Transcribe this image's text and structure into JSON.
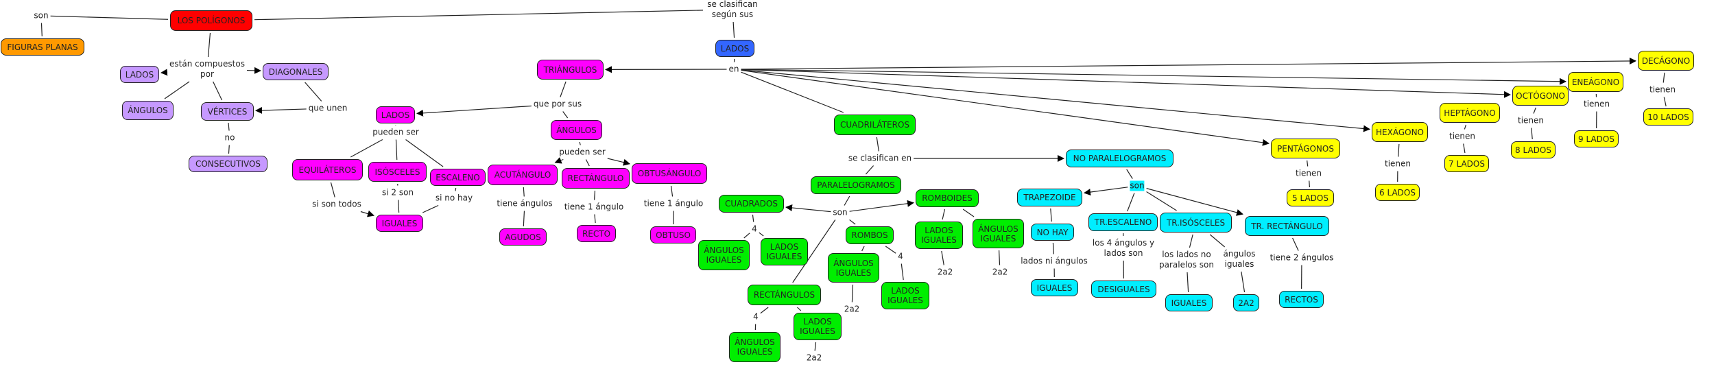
{
  "colors": {
    "root": "#ff0000",
    "definition": "#ff9900",
    "components": "#c699ff",
    "classifier": "#3366ff",
    "triangles": "#ff00ff",
    "quadrilaterals": "#00ee00",
    "non_parallelograms": "#00eeff",
    "polygons_by_sides": "#ffff00"
  },
  "nodes": {
    "polygons": "LOS POLÍGONOS",
    "plane_figures": "FIGURAS PLANAS",
    "sides_comp": "LADOS",
    "diagonals": "DIAGONALES",
    "angles_comp": "ÁNGULOS",
    "vertices": "VÉRTICES",
    "consecutive": "CONSECUTIVOS",
    "sides_class": "LADOS",
    "triangles": "TRIÁNGULOS",
    "tri_sides": "LADOS",
    "tri_angles": "ÁNGULOS",
    "equilateral": "EQUILÁTEROS",
    "isosceles": "ISÓSCELES",
    "scalene": "ESCALENO",
    "tri_equal": "IGUALES",
    "acute": "ACUTÁNGULO",
    "right": "RECTÁNGULO",
    "obtuse": "OBTUSÁNGULO",
    "acute_angles": "AGUDOS",
    "right_angle": "RECTO",
    "obtuse_angle": "OBTUSO",
    "quadrilaterals": "CUADRILÁTEROS",
    "parallelograms": "PARALELOGRAMOS",
    "squares": "CUADRADOS",
    "sq_angles": "ÁNGULOS IGUALES",
    "sq_sides": "LADOS IGUALES",
    "rectangles": "RECTÁNGULOS",
    "rect_angles": "ÁNGULOS IGUALES",
    "rect_sides": "LADOS IGUALES",
    "rhombi": "ROMBOS",
    "rh_angles": "ÁNGULOS IGUALES",
    "rh_sides": "LADOS IGUALES",
    "rhomboids": "ROMBOIDES",
    "rd_sides": "LADOS IGUALES",
    "rd_angles": "ÁNGULOS IGUALES",
    "non_parallelograms": "NO PARALELOGRAMOS",
    "trapezoid": "TRAPEZOIDE",
    "no_hay": "NO HAY",
    "tz_equal": "IGUALES",
    "tr_scalene": "TR.ESCALENO",
    "unequal": "DESIGUALES",
    "tr_isosceles": "TR.ISÓSCELES",
    "ti_equal": "IGUALES",
    "ti_2a2": "2A2",
    "tr_right": "TR. RECTÁNGULO",
    "right_angles": "RECTOS",
    "pentagons": "PENTÁGONOS",
    "five": "5 LADOS",
    "hexagon": "HEXÁGONO",
    "six": "6 LADOS",
    "heptagon": "HEPTÁGONO",
    "seven": "7 LADOS",
    "octagon": "OCTÓGONO",
    "eight": "8 LADOS",
    "enneagon": "ENEÁGONO",
    "nine": "9 LADOS",
    "decagon": "DECÁGONO",
    "ten": "10 LADOS"
  },
  "labels": {
    "son_root": "son",
    "composed": "están compuestos por",
    "que_unen": "que unen",
    "no": "no",
    "classified": "se clasifican según sus",
    "en": "en",
    "que_por_sus": "que por sus",
    "pueden_ser_1": "pueden ser",
    "pueden_ser_2": "pueden ser",
    "si_son_todos": "si son todos",
    "si_2_son": "si 2 son",
    "si_no_hay": "si no hay",
    "tiene_angulos": "tiene ángulos",
    "tiene_1_angulo_a": "tiene 1 ángulo",
    "tiene_1_angulo_b": "tiene 1 ángulo",
    "se_clasifican_en": "se clasifican en",
    "son_par": "son",
    "four_sq": "4",
    "four_rect": "4",
    "four_rh": "4",
    "rect_2a2": "2a2",
    "rh_2a2": "2a2",
    "rd_2a2_a": "2a2",
    "rd_2a2_b": "2a2",
    "son_np": "son",
    "lados_ni_angulos": "lados ni ángulos",
    "four_angles_sides": "los 4 ángulos y lados son",
    "non_parallel_sides": "los lados no paralelos son",
    "equal_angles": "ángulos iguales",
    "tiene_2_angulos": "tiene 2 ángulos",
    "tienen_5": "tienen",
    "tienen_6": "tienen",
    "tienen_7": "tienen",
    "tienen_8": "tienen",
    "tienen_9": "tienen",
    "tienen_10": "tienen"
  },
  "links": [
    [
      "polygons",
      "L:son_root",
      0
    ],
    [
      "L:son_root",
      "plane_figures",
      0
    ],
    [
      "polygons",
      "L:composed",
      0
    ],
    [
      "L:composed",
      "sides_comp",
      1
    ],
    [
      "L:composed",
      "diagonals",
      1
    ],
    [
      "L:composed",
      "angles_comp",
      0
    ],
    [
      "L:composed",
      "vertices",
      0
    ],
    [
      "diagonals",
      "L:que_unen",
      0
    ],
    [
      "L:que_unen",
      "vertices",
      1
    ],
    [
      "vertices",
      "L:no",
      0
    ],
    [
      "L:no",
      "consecutive",
      0
    ],
    [
      "polygons",
      "L:classified",
      0
    ],
    [
      "L:classified",
      "sides_class",
      0
    ],
    [
      "sides_class",
      "L:en",
      0
    ],
    [
      "L:en",
      "triangles",
      1
    ],
    [
      "L:en",
      "quadrilaterals",
      0
    ],
    [
      "L:en",
      "pentagons",
      1
    ],
    [
      "L:en",
      "hexagon",
      1
    ],
    [
      "L:en",
      "octagon",
      1
    ],
    [
      "L:en",
      "enneagon",
      1
    ],
    [
      "L:en",
      "decagon",
      1
    ],
    [
      "triangles",
      "L:que_por_sus",
      0
    ],
    [
      "L:que_por_sus",
      "tri_sides",
      1
    ],
    [
      "L:que_por_sus",
      "tri_angles",
      0
    ],
    [
      "tri_sides",
      "L:pueden_ser_1",
      0
    ],
    [
      "L:pueden_ser_1",
      "equilateral",
      0
    ],
    [
      "L:pueden_ser_1",
      "isosceles",
      0
    ],
    [
      "L:pueden_ser_1",
      "scalene",
      0
    ],
    [
      "equilateral",
      "L:si_son_todos",
      0
    ],
    [
      "L:si_son_todos",
      "tri_equal",
      1
    ],
    [
      "isosceles",
      "L:si_2_son",
      0
    ],
    [
      "L:si_2_son",
      "tri_equal",
      0
    ],
    [
      "scalene",
      "L:si_no_hay",
      0
    ],
    [
      "L:si_no_hay",
      "tri_equal",
      0
    ],
    [
      "tri_angles",
      "L:pueden_ser_2",
      0
    ],
    [
      "L:pueden_ser_2",
      "acute",
      1
    ],
    [
      "L:pueden_ser_2",
      "right",
      0
    ],
    [
      "L:pueden_ser_2",
      "obtuse",
      1
    ],
    [
      "acute",
      "L:tiene_angulos",
      0
    ],
    [
      "L:tiene_angulos",
      "acute_angles",
      0
    ],
    [
      "right",
      "L:tiene_1_angulo_a",
      0
    ],
    [
      "L:tiene_1_angulo_a",
      "right_angle",
      0
    ],
    [
      "obtuse",
      "L:tiene_1_angulo_b",
      0
    ],
    [
      "L:tiene_1_angulo_b",
      "obtuse_angle",
      0
    ],
    [
      "quadrilaterals",
      "L:se_clasifican_en",
      0
    ],
    [
      "L:se_clasifican_en",
      "parallelograms",
      0
    ],
    [
      "L:se_clasifican_en",
      "non_parallelograms",
      1
    ],
    [
      "parallelograms",
      "L:son_par",
      0
    ],
    [
      "L:son_par",
      "squares",
      1
    ],
    [
      "L:son_par",
      "rhomboids",
      1
    ],
    [
      "L:son_par",
      "rhombi",
      0
    ],
    [
      "L:son_par",
      "rectangles",
      0
    ],
    [
      "squares",
      "L:four_sq",
      0
    ],
    [
      "L:four_sq",
      "sq_angles",
      0
    ],
    [
      "L:four_sq",
      "sq_sides",
      0
    ],
    [
      "rectangles",
      "L:four_rect",
      0
    ],
    [
      "L:four_rect",
      "rect_angles",
      0
    ],
    [
      "rectangles",
      "rect_sides",
      0
    ],
    [
      "rect_sides",
      "L:rect_2a2",
      0
    ],
    [
      "rhombi",
      "rh_angles",
      0
    ],
    [
      "rh_angles",
      "L:rh_2a2",
      0
    ],
    [
      "rhombi",
      "L:four_rh",
      0
    ],
    [
      "L:four_rh",
      "rh_sides",
      0
    ],
    [
      "rhomboids",
      "rd_sides",
      0
    ],
    [
      "rd_sides",
      "L:rd_2a2_a",
      0
    ],
    [
      "rhomboids",
      "rd_angles",
      0
    ],
    [
      "rd_angles",
      "L:rd_2a2_b",
      0
    ],
    [
      "non_parallelograms",
      "L:son_np",
      0
    ],
    [
      "L:son_np",
      "trapezoid",
      1
    ],
    [
      "L:son_np",
      "tr_scalene",
      0
    ],
    [
      "L:son_np",
      "tr_isosceles",
      0
    ],
    [
      "L:son_np",
      "tr_right",
      1
    ],
    [
      "trapezoid",
      "no_hay",
      0
    ],
    [
      "no_hay",
      "L:lados_ni_angulos",
      0
    ],
    [
      "L:lados_ni_angulos",
      "tz_equal",
      0
    ],
    [
      "tr_scalene",
      "L:four_angles_sides",
      0
    ],
    [
      "L:four_angles_sides",
      "unequal",
      0
    ],
    [
      "tr_isosceles",
      "L:non_parallel_sides",
      0
    ],
    [
      "L:non_parallel_sides",
      "ti_equal",
      0
    ],
    [
      "tr_isosceles",
      "L:equal_angles",
      0
    ],
    [
      "L:equal_angles",
      "ti_2a2",
      0
    ],
    [
      "tr_right",
      "L:tiene_2_angulos",
      0
    ],
    [
      "L:tiene_2_angulos",
      "right_angles",
      0
    ],
    [
      "pentagons",
      "L:tienen_5",
      0
    ],
    [
      "L:tienen_5",
      "five",
      0
    ],
    [
      "hexagon",
      "L:tienen_6",
      0
    ],
    [
      "L:tienen_6",
      "six",
      0
    ],
    [
      "heptagon",
      "L:tienen_7",
      0
    ],
    [
      "L:tienen_7",
      "seven",
      0
    ],
    [
      "octagon",
      "L:tienen_8",
      0
    ],
    [
      "L:tienen_8",
      "eight",
      0
    ],
    [
      "enneagon",
      "L:tienen_9",
      0
    ],
    [
      "L:tienen_9",
      "nine",
      0
    ],
    [
      "decagon",
      "L:tienen_10",
      0
    ],
    [
      "L:tienen_10",
      "ten",
      0
    ]
  ]
}
